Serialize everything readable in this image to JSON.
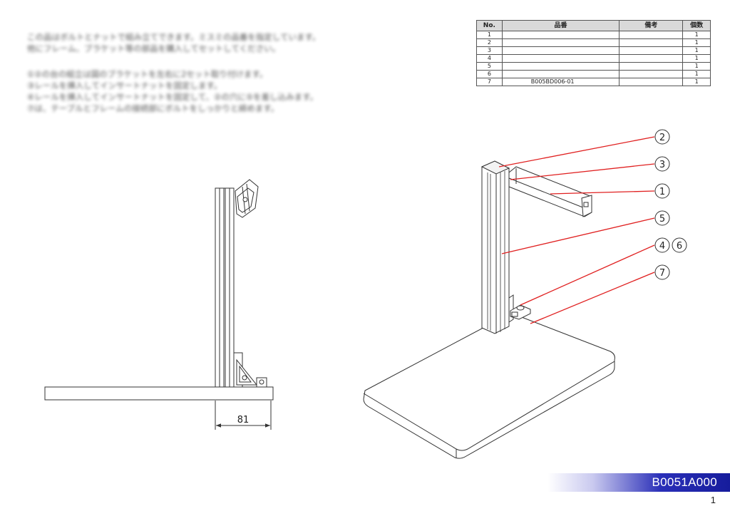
{
  "notes": {
    "paragraph1": [
      "この品はボルトとナットで組み立てできます。ミスミの品番を指定しています。",
      "他にフレーム、ブラケット等の部品を購入してセットしてください。"
    ],
    "paragraph2": [
      "①②の台の組立は図のブラケットを左右に2セット取り付けます。",
      "③レールを挿入してインサートナットを固定します。",
      "④レールを挿入してインサートナットを固定して、②の穴に⑤を差し込みます。",
      "⑦は、テーブルとフレームの接続部にボルトをしっかりと締めます。"
    ]
  },
  "parts_table": {
    "headers": [
      "No.",
      "品番",
      "備考",
      "個数"
    ],
    "rows": [
      {
        "no": "1",
        "part": "",
        "remark": "",
        "qty": "1"
      },
      {
        "no": "2",
        "part": "",
        "remark": "",
        "qty": "1"
      },
      {
        "no": "3",
        "part": "",
        "remark": "",
        "qty": "1"
      },
      {
        "no": "4",
        "part": "",
        "remark": "",
        "qty": "1"
      },
      {
        "no": "5",
        "part": "",
        "remark": "",
        "qty": "1"
      },
      {
        "no": "6",
        "part": "",
        "remark": "",
        "qty": "1"
      },
      {
        "no": "7",
        "part": "B005BD006-01",
        "remark": "",
        "qty": "1"
      }
    ]
  },
  "dimension": "81",
  "balloons": [
    "2",
    "3",
    "1",
    "5",
    "4",
    "6",
    "7"
  ],
  "title_block": {
    "drawing_no": "B0051A000",
    "page": "1"
  },
  "colors": {
    "leader": "#e02020",
    "line": "#333333",
    "title_band": "#1c22a8"
  }
}
